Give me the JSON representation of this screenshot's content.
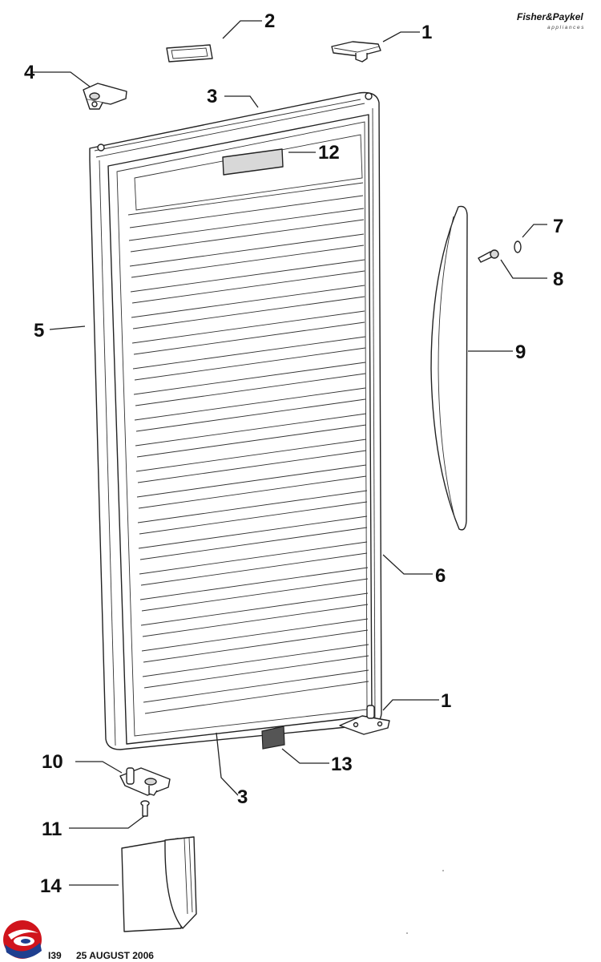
{
  "brand": {
    "name": "Fisher&Paykel",
    "tagline": "appliances"
  },
  "callouts": [
    {
      "id": "1a",
      "label": "1"
    },
    {
      "id": "2",
      "label": "2"
    },
    {
      "id": "3a",
      "label": "3"
    },
    {
      "id": "4",
      "label": "4"
    },
    {
      "id": "12",
      "label": "12"
    },
    {
      "id": "5",
      "label": "5"
    },
    {
      "id": "7",
      "label": "7"
    },
    {
      "id": "8",
      "label": "8"
    },
    {
      "id": "9",
      "label": "9"
    },
    {
      "id": "6",
      "label": "6"
    },
    {
      "id": "1b",
      "label": "1"
    },
    {
      "id": "10",
      "label": "10"
    },
    {
      "id": "13",
      "label": "13"
    },
    {
      "id": "3b",
      "label": "3"
    },
    {
      "id": "11",
      "label": "11"
    },
    {
      "id": "14",
      "label": "14"
    }
  ],
  "footer": {
    "page": "I39",
    "date": "25 AUGUST 2006"
  }
}
